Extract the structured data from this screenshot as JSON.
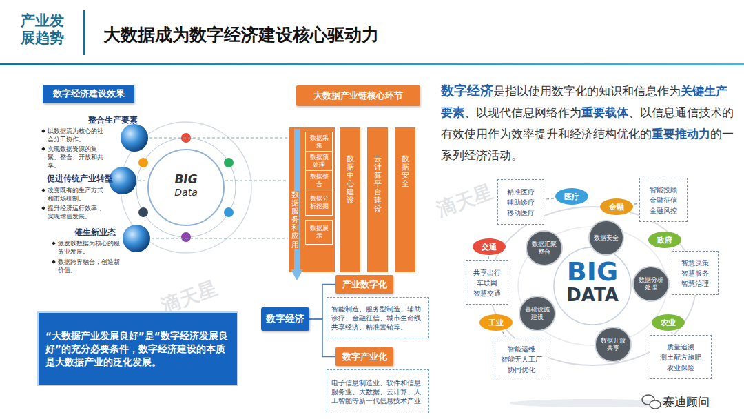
{
  "diagram": {
    "title": "大数据成为数字经济建设核心驱动力",
    "nodes": [
      {
        "text": [
          "数字经济建设效果"
        ]
      },
      {
        "text": [
          "大数据产业链核心环节"
        ]
      },
      {
        "text": [
          "数据服务和应用"
        ]
      },
      {
        "text": [
          "数据采集"
        ],
        "in": 2
      },
      {
        "text": [
          "数据预处理"
        ],
        "in": 2
      },
      {
        "text": [
          "数据整合"
        ],
        "in": 2
      },
      {
        "text": [
          "数据分析挖掘"
        ],
        "in": 2
      },
      {
        "text": [
          "数据展示"
        ],
        "in": 2
      },
      {
        "text": [
          "数据中心建设"
        ]
      },
      {
        "text": [
          "云计算平台建设"
        ]
      },
      {
        "text": [
          "数据安全"
        ]
      },
      {
        "text": [
          "数字经济"
        ]
      },
      {
        "text": [
          "产业数字化"
        ]
      },
      {
        "text": [
          "智能制造、服务型制造、辅助诊疗、金融征信、城市生命线共享经济、精准营销等。"
        ]
      },
      {
        "text": [
          "数字产业化"
        ]
      },
      {
        "text": [
          "电子信息制造业、软件和信息服务业、大数据、云计算、人工智能等新一代信息技术产业"
        ]
      },
      {
        "text": [
          "“大数据产业发展良好”是“数字经济发展良好”的充分必要条件，数字经济建设的本质是大数据产业的泛化发展。"
        ]
      },
      {
        "text": [
          "医疗"
        ]
      },
      {
        "text": [
          "精准医疗",
          "辅助诊疗",
          "移动医疗"
        ]
      },
      {
        "text": [
          "金融"
        ]
      },
      {
        "text": [
          "智能投顾",
          "金融征信",
          "金融风控"
        ]
      },
      {
        "text": [
          "政府"
        ]
      },
      {
        "text": [
          "智慧决策",
          "智慧服务",
          "智慧治理"
        ]
      },
      {
        "text": [
          "交通"
        ]
      },
      {
        "text": [
          "共享出行",
          "车联网",
          "智慧交通"
        ]
      },
      {
        "text": [
          "工业"
        ]
      },
      {
        "text": [
          "智能运维",
          "智能无人工厂",
          "协同优化"
        ]
      },
      {
        "text": [
          "农业"
        ]
      },
      {
        "text": [
          "质量追溯",
          "测土配方施肥",
          "农业保险"
        ]
      },
      {
        "text": [
          "数据安全"
        ]
      },
      {
        "text": [
          "数据汇聚整合"
        ]
      },
      {
        "text": [
          "数据分析处理"
        ]
      },
      {
        "text": [
          "基础设施建设"
        ]
      },
      {
        "text": [
          "数据开放共享"
        ]
      }
    ],
    "edges": [
      {
        "from": 11,
        "to": 12,
        "arrow": "none"
      },
      {
        "from": 11,
        "to": 14,
        "arrow": "none"
      },
      {
        "from": 17,
        "to": 18,
        "arrow": "none"
      },
      {
        "from": 19,
        "to": 20,
        "arrow": "none"
      },
      {
        "from": 21,
        "to": 22,
        "arrow": "none"
      },
      {
        "from": 23,
        "to": 24,
        "arrow": "none"
      },
      {
        "from": 25,
        "to": 26,
        "arrow": "none"
      },
      {
        "from": 27,
        "to": 28,
        "arrow": "none"
      }
    ],
    "labels": [
      "产业发展趋势",
      "整合生产要素",
      "以数据流为核心的社会分工协作。",
      "实现数据资源的集聚、整合、开放和共享。",
      "促进传统产业转型",
      "改变既有的生产方式和市场机制。",
      "提升经济运行效率，实现增值发展。",
      "催生新业态",
      "激发以数据为核心的服务业发展。",
      "数据跨界融合，创造新价值。",
      "BIG",
      "Data",
      "数字经济",
      "是指以使用数字化的知识和信息作为",
      "关键生产要素",
      "、以现代信息网络作为",
      "重要载体",
      "、以信息通信技术的有效使用作为效率提升和经济结构优化的",
      "重要推动力",
      "的一系列经济活动。",
      "BIG",
      "DATA",
      "滴天星",
      "滴天星",
      "赛迪顾问"
    ]
  }
}
